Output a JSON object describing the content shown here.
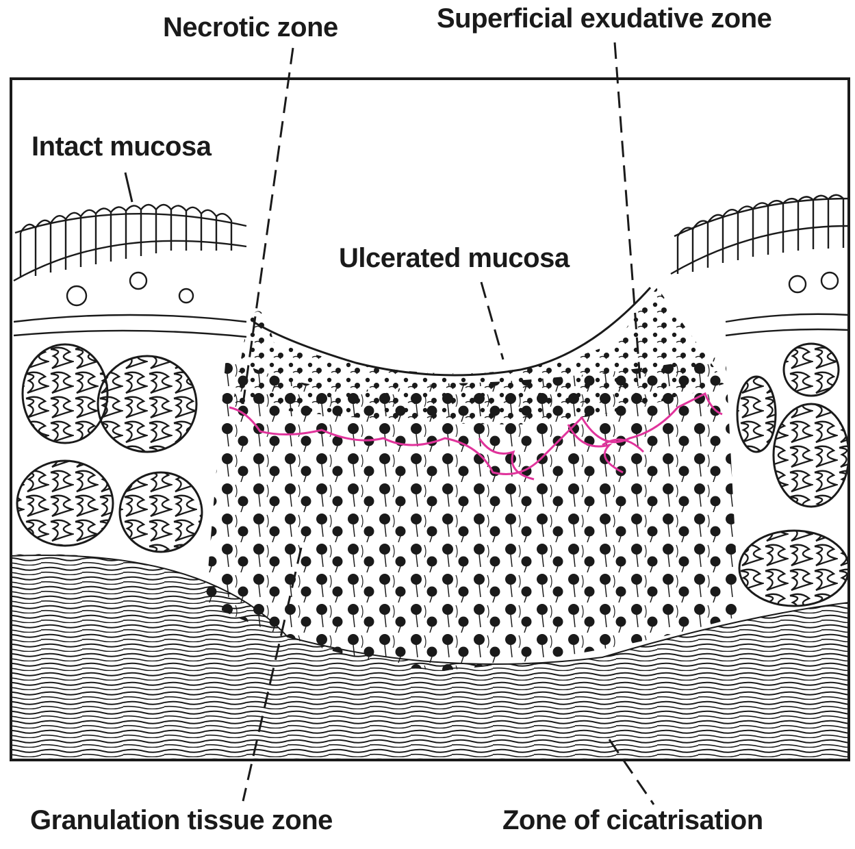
{
  "labels": {
    "necrotic": "Necrotic zone",
    "superficial": "Superficial exudative zone",
    "intact": "Intact mucosa",
    "ulcerated": "Ulcerated mucosa",
    "granulation": "Granulation tissue zone",
    "cicatrisation": "Zone of cicatrisation"
  },
  "colors": {
    "ink": "#1a1a1a",
    "annotation": "#e0339b",
    "background": "#ffffff"
  }
}
